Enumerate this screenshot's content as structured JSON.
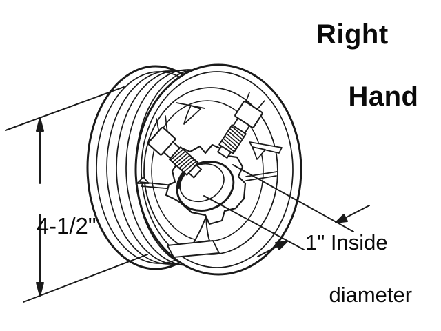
{
  "labels": {
    "hand_line1": "Right",
    "hand_line2": "Hand",
    "outer_dimension": "4-1/2\"",
    "inside_dimension_line1": "1\" Inside",
    "inside_dimension_line2": "diameter"
  },
  "dimensions": {
    "overall_diameter": "4-1/2\"",
    "bore_inside_diameter": "1\"",
    "hand_orientation": "Right Hand"
  },
  "colors": {
    "line": "#1a1a1a",
    "background": "#ffffff",
    "text": "#0a0a0a"
  }
}
